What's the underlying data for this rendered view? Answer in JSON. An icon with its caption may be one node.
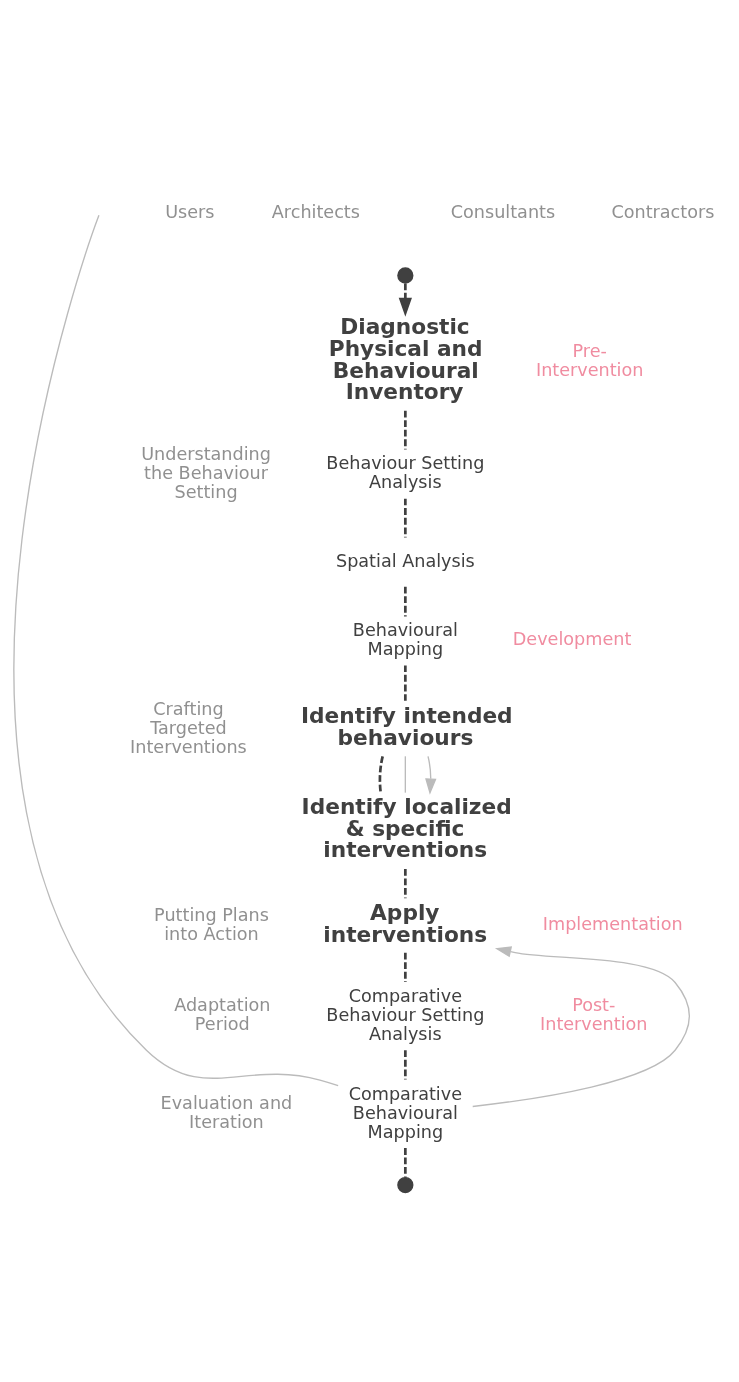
{
  "diagram": {
    "nodes": [
      {
        "text": [],
        "shape": "circle"
      },
      {
        "text": [
          "Diagnostic Physical and Behavioural Inventory"
        ]
      },
      {
        "text": [
          "Behaviour Setting Analysis"
        ]
      },
      {
        "text": [
          "Spatial Analysis"
        ]
      },
      {
        "text": [
          "Behavioural Mapping"
        ]
      },
      {
        "text": [
          "Identify intended behaviours"
        ]
      },
      {
        "text": [
          "Identify localized & specific interventions"
        ]
      },
      {
        "text": [
          "Apply interventions"
        ]
      },
      {
        "text": [
          "Comparative Behaviour Setting Analysis"
        ]
      },
      {
        "text": [
          "Comparative Behavioural Mapping"
        ]
      },
      {
        "text": [],
        "shape": "circle"
      }
    ],
    "edges": [
      {
        "from": 0,
        "to": 1,
        "arrow": "to",
        "style": "dashed"
      },
      {
        "from": 1,
        "to": 2,
        "arrow": "none",
        "style": "dashed"
      },
      {
        "from": 2,
        "to": 3,
        "arrow": "none",
        "style": "dashed"
      },
      {
        "from": 3,
        "to": 4,
        "arrow": "none",
        "style": "dashed"
      },
      {
        "from": 4,
        "to": 5,
        "arrow": "none",
        "style": "dashed"
      },
      {
        "from": 5,
        "to": 6,
        "arrow": "none",
        "style": "dashed"
      },
      {
        "from": 6,
        "to": 7,
        "arrow": "none",
        "style": "dashed"
      },
      {
        "from": 7,
        "to": 8,
        "arrow": "none",
        "style": "dashed"
      },
      {
        "from": 8,
        "to": 9,
        "arrow": "none",
        "style": "dashed"
      },
      {
        "from": 9,
        "to": 10,
        "arrow": "none",
        "style": "dashed"
      },
      {
        "from": 6,
        "to": 5,
        "arrow": "none",
        "color": "#bbbbbb"
      },
      {
        "from": 5,
        "to": 6,
        "arrow": "to",
        "color": "#bbbbbb"
      },
      {
        "from": 9,
        "to": 7,
        "arrow": "to",
        "color": "#bbbbbb"
      },
      {
        "from": 9,
        "to": null,
        "arrow": "none",
        "color": "#bbbbbb"
      }
    ],
    "labels": [
      "Users",
      "Architects",
      "Consultants",
      "Contractors",
      "Pre- Intervention",
      "Understanding the Behaviour Setting",
      "Development",
      "Crafting Targeted Interventions",
      "Implementation",
      "Putting Plans into Action",
      "Adaptation Period",
      "Post- Intervention",
      "Evaluation and Iteration"
    ]
  }
}
